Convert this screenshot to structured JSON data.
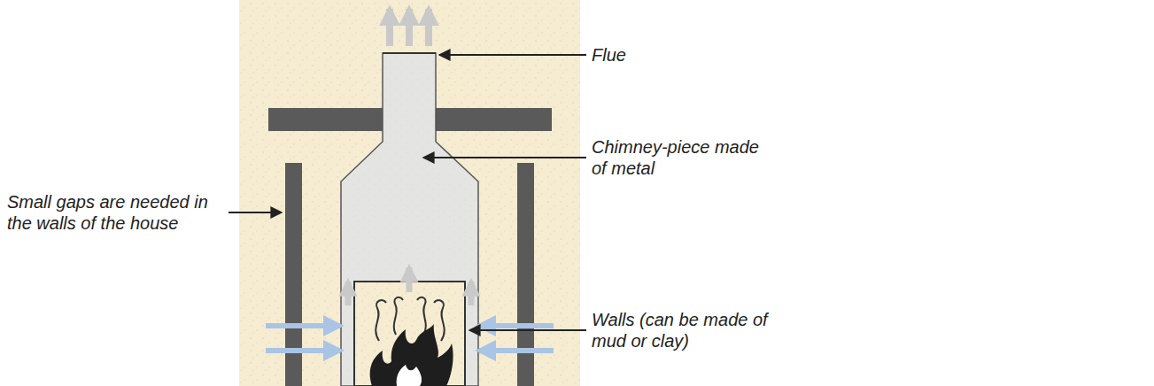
{
  "diagram": {
    "labels": [
      "Flue",
      "Chimney-piece made of metal",
      "Small gaps are needed in the walls of the house",
      "Walls (can be made of mud or clay)"
    ]
  }
}
